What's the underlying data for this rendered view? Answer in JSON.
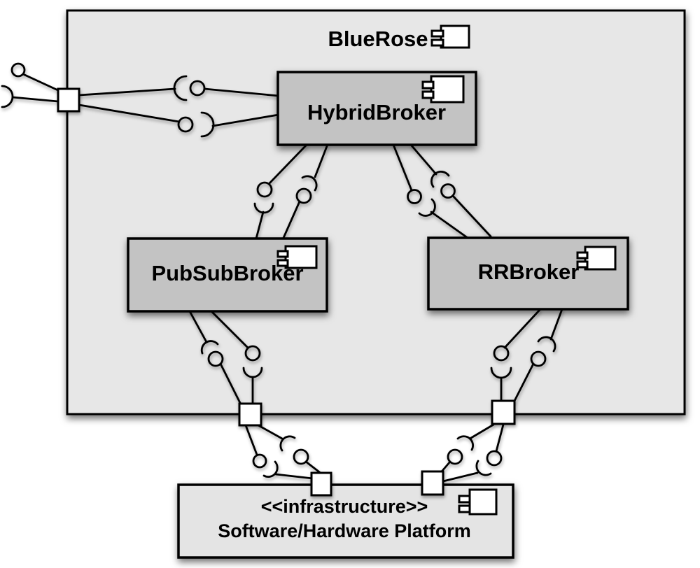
{
  "figure": {
    "kind": "UML component diagram",
    "system": {
      "name": "BlueRose",
      "components": [
        {
          "label": "HybridBroker",
          "icon": "uml-component-icon"
        },
        {
          "label": "PubSubBroker",
          "icon": "uml-component-icon"
        },
        {
          "label": "RRBroker",
          "icon": "uml-component-icon"
        }
      ],
      "icon": "uml-component-icon"
    },
    "platform": {
      "stereotype": "<<infrastructure>>",
      "name": "Software/Hardware Platform",
      "icon": "uml-component-icon"
    },
    "ports": [
      "bluerose-left-port",
      "bluerose-bottom-left-port",
      "bluerose-bottom-right-port",
      "platform-top-left-port",
      "platform-top-right-port"
    ],
    "connectors": [
      {
        "from": "environment",
        "to": "bluerose-left-port",
        "type": "provided-interface-ball"
      },
      {
        "from": "environment",
        "to": "bluerose-left-port",
        "type": "required-interface-socket"
      },
      {
        "from": "bluerose-left-port",
        "to": "HybridBroker",
        "type": "assembly socket-ball",
        "count": 2
      },
      {
        "from": "HybridBroker",
        "to": "PubSubBroker",
        "type": "assembly ball-socket",
        "count": 2
      },
      {
        "from": "HybridBroker",
        "to": "RRBroker",
        "type": "assembly ball-socket",
        "count": 2
      },
      {
        "from": "PubSubBroker",
        "to": "bluerose-bottom-left-port",
        "type": "assembly ball-socket",
        "count": 2
      },
      {
        "from": "RRBroker",
        "to": "bluerose-bottom-right-port",
        "type": "assembly ball-socket",
        "count": 2
      },
      {
        "from": "bluerose-bottom-left-port",
        "to": "platform-top-left-port",
        "type": "assembly ball-socket",
        "count": 2
      },
      {
        "from": "bluerose-bottom-right-port",
        "to": "platform-top-right-port",
        "type": "assembly ball-socket",
        "count": 2
      }
    ],
    "colors": {
      "background": "#ffffff",
      "container_fill": "#e7e7e7",
      "component_fill": "#c3c3c3",
      "platform_fill": "#e4e4e4",
      "port_fill": "#ffffff",
      "line": "#000000"
    }
  }
}
